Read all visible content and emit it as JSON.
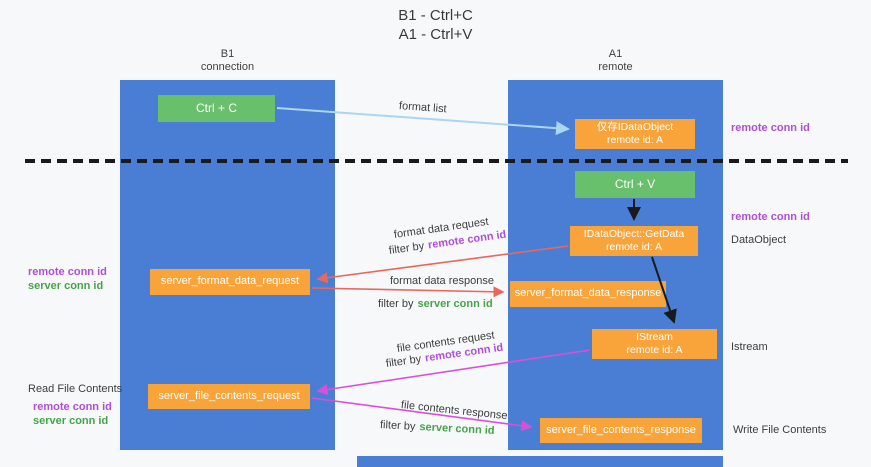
{
  "title": {
    "line1": "B1 - Ctrl+C",
    "line2": "A1 - Ctrl+V"
  },
  "lanes": {
    "left": {
      "name": "B1",
      "subtitle": "connection"
    },
    "right": {
      "name": "A1",
      "subtitle": "remote"
    }
  },
  "nodes": {
    "ctrl_c": {
      "label": "Ctrl + C"
    },
    "proxy_idataobject": {
      "line1": "仅存IDataObject",
      "line2": "remote id: A"
    },
    "ctrl_v": {
      "label": "Ctrl + V"
    },
    "getdata": {
      "line1": "IDataObject::GetData",
      "line2": "remote id: A"
    },
    "format_request": {
      "label": "server_format_data_request"
    },
    "format_response": {
      "label": "server_format_data_response"
    },
    "istream": {
      "line1": "IStream",
      "line2": "remote id: A"
    },
    "file_request": {
      "label": "server_file_contents_request"
    },
    "file_response": {
      "label": "server_file_contents_response"
    }
  },
  "arrow_labels": {
    "format_list": "format list",
    "format_data_request": "format data request",
    "format_data_response": "format data response",
    "file_contents_request": "file contents request",
    "file_contents_response": "file contents response",
    "filter_by": "filter by",
    "remote_conn_id": "remote conn id",
    "server_conn_id": "server conn id"
  },
  "side_labels": {
    "remote_conn_id": "remote conn id",
    "server_conn_id": "server conn id",
    "dataobject": "DataObject",
    "istream": "Istream",
    "read_file_contents": "Read File Contents",
    "write_file_contents": "Write File Contents"
  },
  "colors": {
    "lane_blue": "#4a7ed4",
    "box_green": "#68c06c",
    "box_orange": "#f9a43b",
    "purple_text": "#ae4fd8",
    "green_text": "#47a34b",
    "arrow_red": "#e8685c",
    "arrow_magenta": "#d94fd9",
    "arrow_blue": "#a9d6f0",
    "arrow_black": "#1a1a1a"
  }
}
